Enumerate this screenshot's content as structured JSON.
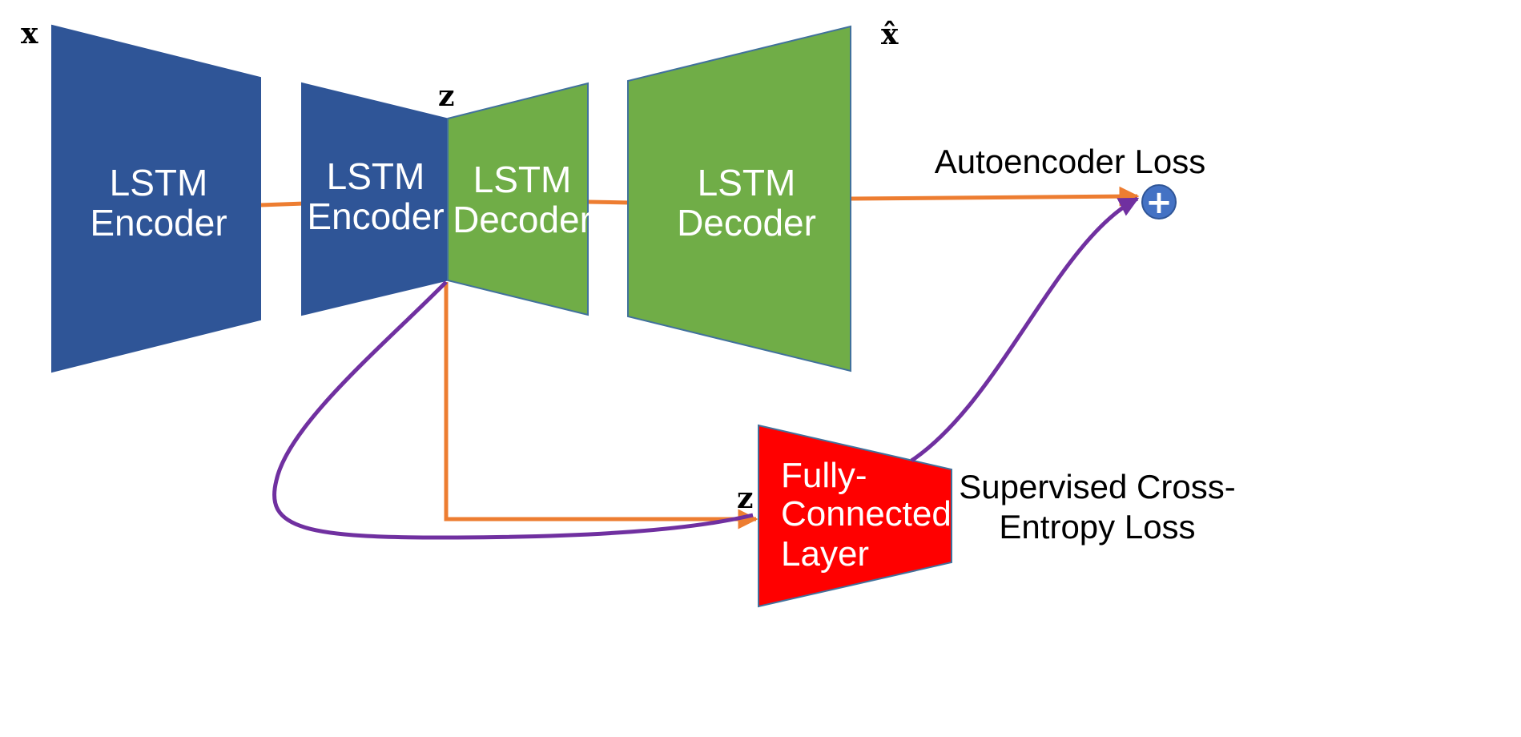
{
  "blocks": {
    "encoder1": {
      "line1": "LSTM",
      "line2": "Encoder"
    },
    "encoder2": {
      "line1": "LSTM",
      "line2": "Encoder"
    },
    "decoder1": {
      "line1": "LSTM",
      "line2": "Decoder"
    },
    "decoder2": {
      "line1": "LSTM",
      "line2": "Decoder"
    },
    "fc_layer": {
      "line1": "Fully-",
      "line2": "Connected",
      "line3": "Layer"
    }
  },
  "symbols": {
    "input": "x",
    "latent_top": "z",
    "latent_bottom": "z",
    "output": "x̂",
    "sum": "+"
  },
  "labels": {
    "autoencoder_loss": "Autoencoder Loss",
    "supervised_line1": "Supervised Cross-",
    "supervised_line2": "Entropy Loss"
  },
  "colors": {
    "encoder": "#2F5597",
    "decoder": "#70AD47",
    "fc_layer": "#FF0000",
    "orange_arrow": "#ED7D31",
    "purple_arrow": "#7030A0",
    "sum_node": "#4472C4"
  }
}
